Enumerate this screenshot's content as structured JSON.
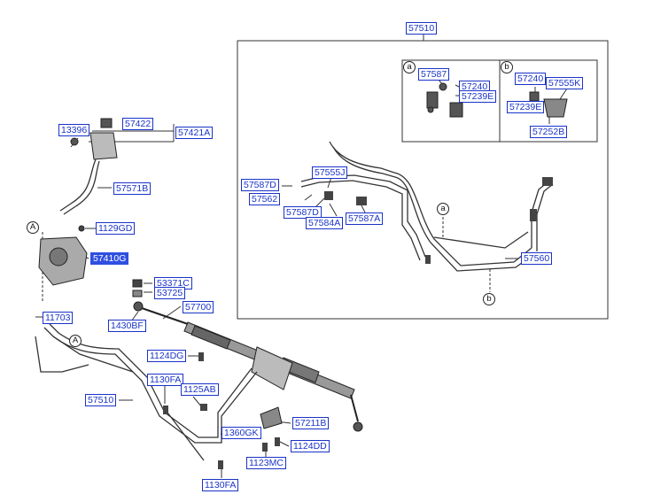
{
  "colors": {
    "label": "#1a33c8",
    "selected_fill": "#2e4fe0",
    "line": "#333333"
  },
  "callouts": {
    "a": "a",
    "b": "b",
    "A": "A"
  },
  "labels": {
    "l57510_top": "57510",
    "l57587_a": "57587",
    "l57240_a": "57240",
    "l57239E_a": "57239E",
    "l57240_b": "57240",
    "l57555K": "57555K",
    "l57239E_b": "57239E",
    "l57252B": "57252B",
    "l57555J": "57555J",
    "l57587D_1": "57587D",
    "l57562": "57562",
    "l57587D_2": "57587D",
    "l57584A": "57584A",
    "l57587A": "57587A",
    "l57560": "57560",
    "l13396": "13396",
    "l57422": "57422",
    "l57421A": "57421A",
    "l57571B": "57571B",
    "l1129GD": "1129GD",
    "l57410G": "57410G",
    "l53371C": "53371C",
    "l53725": "53725",
    "l11703": "11703",
    "l57700": "57700",
    "l1430BF": "1430BF",
    "l1124DG": "1124DG",
    "l1130FA_1": "1130FA",
    "l1125AB": "1125AB",
    "l57510_bottom": "57510",
    "l57211B": "57211B",
    "l1360GK": "1360GK",
    "l1124DD": "1124DD",
    "l1123MC": "1123MC",
    "l1130FA_2": "1130FA"
  }
}
